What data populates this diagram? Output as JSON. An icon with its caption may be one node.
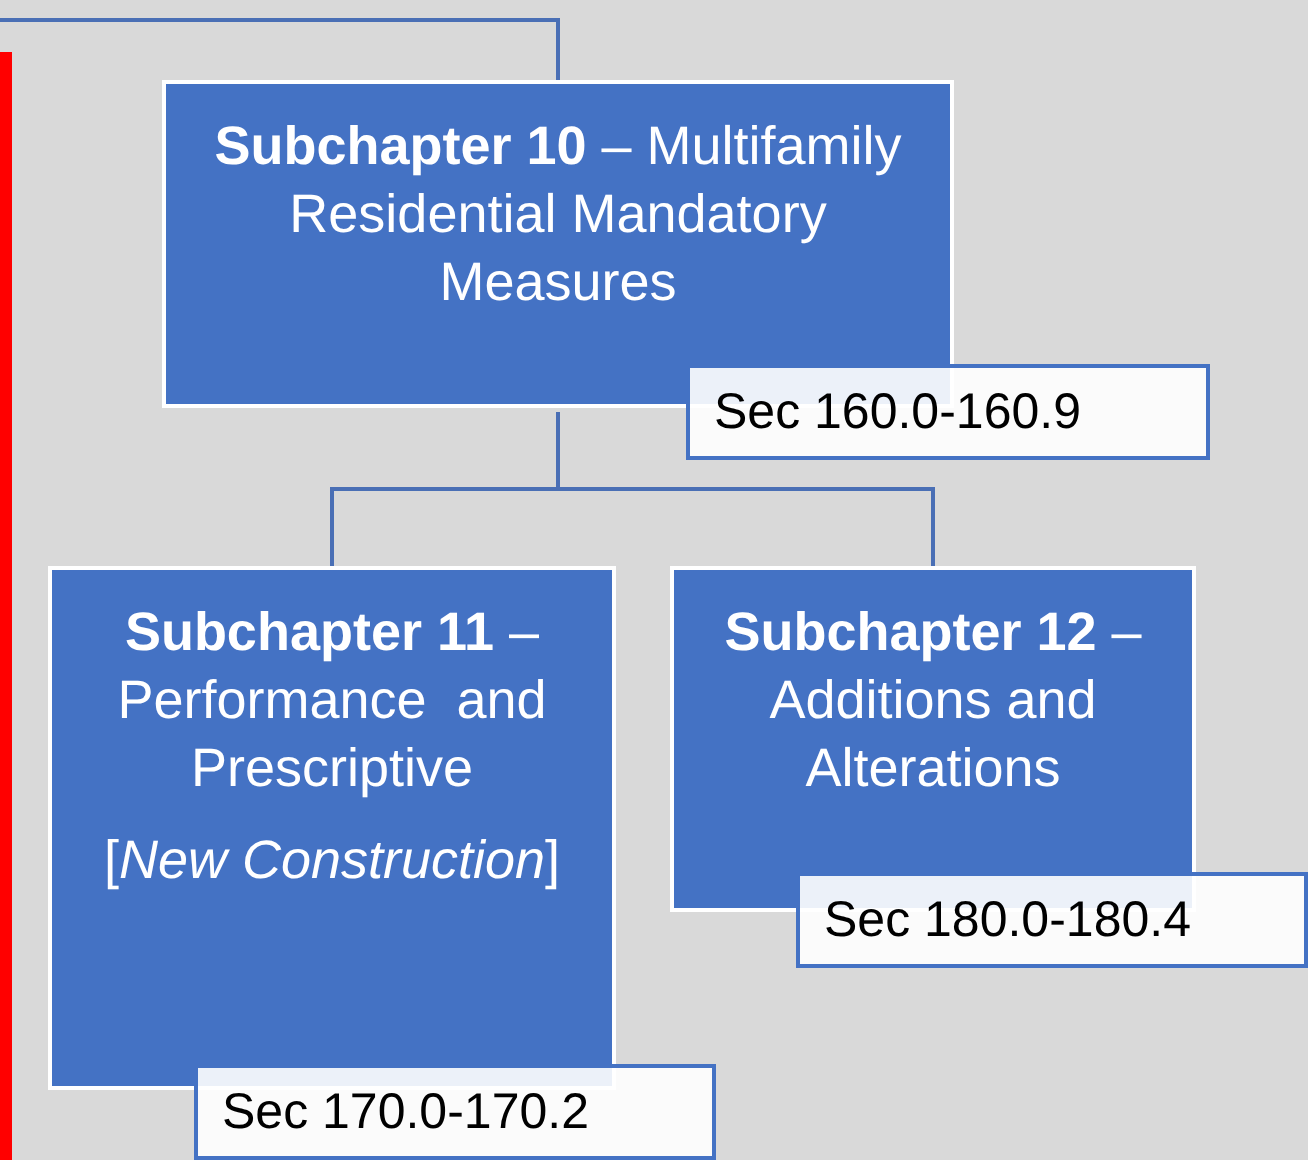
{
  "diagram": {
    "nodes": [
      {
        "text": [
          "**Subchapter 10** – Multifamily Residential Mandatory Measures"
        ],
        "beside": [
          "Sec 160.0-160.9"
        ]
      },
      {
        "text": [
          "**Subchapter 11** – Performance  and Prescriptive",
          "[*New Construction*]"
        ],
        "beside": [
          "Sec 170.0-170.2"
        ]
      },
      {
        "text": [
          "**Subchapter 12** – Additions and Alterations"
        ],
        "beside": [
          "Sec 180.0-180.4"
        ]
      }
    ],
    "edges": [
      {
        "from": null,
        "to": 0,
        "arrow": "none"
      },
      {
        "from": 0,
        "to": 1,
        "arrow": "none"
      },
      {
        "from": 0,
        "to": 2,
        "arrow": "none"
      }
    ]
  }
}
